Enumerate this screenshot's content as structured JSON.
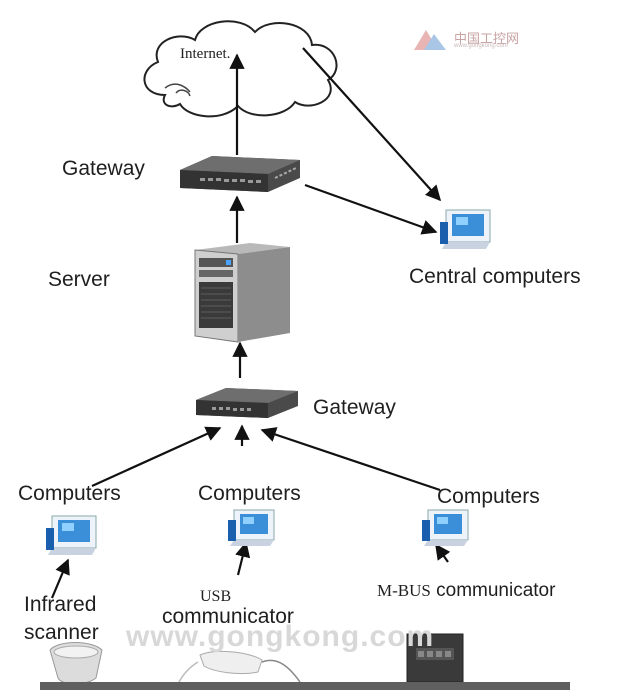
{
  "internet": {
    "label": "Internet."
  },
  "logo": {
    "text": "中国工控网",
    "subtext": "www.gongkong.com"
  },
  "top_gateway": {
    "label": "Gateway"
  },
  "server": {
    "label": "Server"
  },
  "central": {
    "label": "Central computers"
  },
  "mid_gateway": {
    "label": "Gateway"
  },
  "computers": [
    {
      "label": "Computers"
    },
    {
      "label": "Computers"
    },
    {
      "label": "Computers"
    }
  ],
  "devices": {
    "infrared": {
      "line1": "Infrared",
      "line2": "scanner"
    },
    "usb": {
      "line1": "USB",
      "line2": "communicator"
    },
    "mbus": {
      "prefix": "M-BUS",
      "rest": " communicator"
    }
  },
  "watermark": "www.gongkong.com",
  "colors": {
    "line": "#111111",
    "device_dark": "#3a3a3a",
    "screen_blue": "#3a8fd8"
  }
}
